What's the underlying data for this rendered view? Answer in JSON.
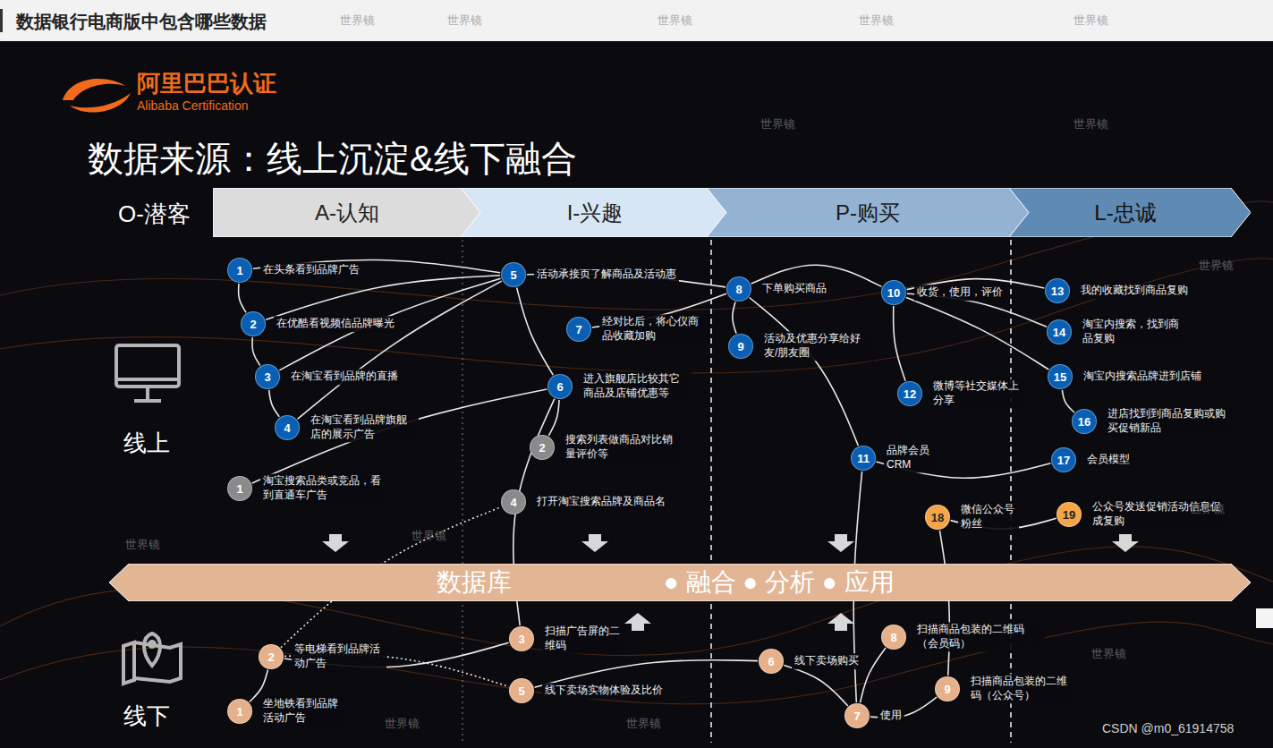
{
  "diagram": {
    "title": "数据银行电商版中包含哪些数据",
    "nodes": [
      {
        "text": [
          "A-认知"
        ]
      },
      {
        "text": [
          "I-兴趣"
        ]
      },
      {
        "text": [
          "P-购买"
        ]
      },
      {
        "text": [
          "L-忠诚"
        ]
      },
      {
        "text": [
          "数据库",
          "● 融合 ● 分析 ● 应用"
        ]
      },
      {
        "text": [
          "1",
          "在头条看到品牌广告"
        ]
      },
      {
        "text": [
          "2",
          "在优酷看视频信品牌曝光"
        ]
      },
      {
        "text": [
          "3",
          "在淘宝看到品牌的直播"
        ]
      },
      {
        "text": [
          "4",
          "在淘宝看到品牌旗舰店的展示广告"
        ]
      },
      {
        "text": [
          "1",
          "淘宝搜索品类或竞品，看到直通车广告"
        ]
      },
      {
        "text": [
          "5",
          "活动承接页了解商品及活动惠"
        ]
      },
      {
        "text": [
          "7",
          "经对比后，将心仪商品收藏加购"
        ]
      },
      {
        "text": [
          "6",
          "进入旗舰店比较其它商品及店铺优惠等"
        ]
      },
      {
        "text": [
          "2",
          "搜索列表做商品对比销量评价等"
        ]
      },
      {
        "text": [
          "4",
          "打开淘宝搜索品牌及商品名"
        ]
      },
      {
        "text": [
          "8",
          "下单购买商品"
        ]
      },
      {
        "text": [
          "9",
          "活动及优惠分享给好友/朋友圈"
        ]
      },
      {
        "text": [
          "10",
          "收货，使用，评价"
        ]
      },
      {
        "text": [
          "12",
          "微博等社交媒体上分享"
        ]
      },
      {
        "text": [
          "11",
          "品牌会员CRM"
        ]
      },
      {
        "text": [
          "18",
          "微信公众号粉丝"
        ]
      },
      {
        "text": [
          "13",
          "我的收藏找到商品复购"
        ]
      },
      {
        "text": [
          "14",
          "淘宝内搜索，找到商品复购"
        ]
      },
      {
        "text": [
          "15",
          "淘宝内搜索品牌进到店铺"
        ]
      },
      {
        "text": [
          "16",
          "进店找到到商品复购或购买促销新品"
        ]
      },
      {
        "text": [
          "17",
          "会员模型"
        ]
      },
      {
        "text": [
          "19",
          "公众号发送促销活动信息促成复购"
        ]
      },
      {
        "text": [
          "1",
          "坐地铁看到品牌活动广告"
        ]
      },
      {
        "text": [
          "2",
          "等电梯看到品牌活动广告"
        ]
      },
      {
        "text": [
          "3",
          "扫描广告屏的二维码"
        ]
      },
      {
        "text": [
          "5",
          "线下卖场实物体验及比价"
        ]
      },
      {
        "text": [
          "6",
          "线下卖场购买"
        ]
      },
      {
        "text": [
          "7",
          "使用"
        ]
      },
      {
        "text": [
          "8",
          "扫描商品包装的二维码（会员码）"
        ]
      },
      {
        "text": [
          "9",
          "扫描商品包装的二维码（公众号）"
        ]
      }
    ],
    "edges": [
      {
        "from": 5,
        "to": 6,
        "arrow": "none"
      },
      {
        "from": 6,
        "to": 7,
        "arrow": "none"
      },
      {
        "from": 7,
        "to": 8,
        "arrow": "none"
      },
      {
        "from": 5,
        "to": 10,
        "arrow": "none"
      },
      {
        "from": 6,
        "to": 10,
        "arrow": "none"
      },
      {
        "from": 7,
        "to": 10,
        "arrow": "none"
      },
      {
        "from": 8,
        "to": 10,
        "arrow": "none"
      },
      {
        "from": 9,
        "to": 12,
        "arrow": "none"
      },
      {
        "from": 10,
        "to": 12,
        "arrow": "none"
      },
      {
        "from": 10,
        "to": 15,
        "arrow": "none"
      },
      {
        "from": 11,
        "to": 15,
        "arrow": "none"
      },
      {
        "from": 13,
        "to": 12,
        "arrow": "none"
      },
      {
        "from": 29,
        "to": 12,
        "arrow": "none"
      },
      {
        "from": 28,
        "to": 14,
        "arrow": "none"
      },
      {
        "from": 27,
        "to": 28,
        "arrow": "none"
      },
      {
        "from": 28,
        "to": 29,
        "arrow": "none"
      },
      {
        "from": 28,
        "to": 30,
        "arrow": "none"
      },
      {
        "from": 30,
        "to": 31,
        "arrow": "none"
      },
      {
        "from": 31,
        "to": 32,
        "arrow": "none"
      },
      {
        "from": 15,
        "to": 16,
        "arrow": "none"
      },
      {
        "from": 15,
        "to": 17,
        "arrow": "none"
      },
      {
        "from": 15,
        "to": 19,
        "arrow": "none"
      },
      {
        "from": 17,
        "to": 18,
        "arrow": "none"
      },
      {
        "from": 17,
        "to": 21,
        "arrow": "none"
      },
      {
        "from": 17,
        "to": 22,
        "arrow": "none"
      },
      {
        "from": 17,
        "to": 23,
        "arrow": "none"
      },
      {
        "from": 23,
        "to": 24,
        "arrow": "none"
      },
      {
        "from": 19,
        "to": 25,
        "arrow": "none"
      },
      {
        "from": 19,
        "to": 32,
        "arrow": "none"
      },
      {
        "from": 20,
        "to": 26,
        "arrow": "none"
      },
      {
        "from": 20,
        "to": 34,
        "arrow": "none"
      },
      {
        "from": 32,
        "to": 33,
        "arrow": "none"
      },
      {
        "from": 32,
        "to": 34,
        "arrow": "none"
      }
    ],
    "labels": [
      "阿里巴巴认证",
      "Alibaba Certification",
      "数据来源：线上沉淀&线下融合",
      "O-潜客",
      "线上",
      "线下",
      "CSDN @m0_61914758",
      "世界镜",
      "世界镜",
      "世界镜",
      "世界镜",
      "世界镜",
      "世界镜",
      "世界镜",
      "世界镜",
      "世界镜",
      "世界镜",
      "世界镜",
      "世界镜",
      "世界镜",
      "世界镜"
    ]
  }
}
